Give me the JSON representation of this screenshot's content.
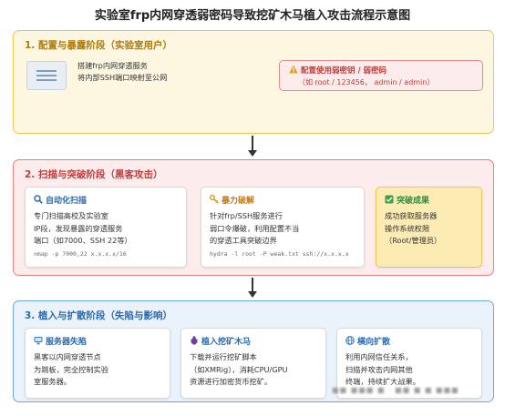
{
  "title": "实验室frp内网穿透弱密码导致挖矿木马植入攻击流程示意图",
  "colors": {
    "stage1_bg": "#fdf7e1",
    "stage1_border": "#f0c552",
    "stage2_bg": "#fcecec",
    "stage2_border": "#ea7d7d",
    "stage3_bg": "#eaf2fb",
    "stage3_border": "#6fa6db",
    "success_bg": "#fcecb4"
  },
  "stage1": {
    "title": "1. 配置与暴露阶段（实验室用户）",
    "icon": "monitor-icon",
    "description": "搭建frp内网穿透服务\n将内部SSH端口映射至公网",
    "warning": {
      "icon": "warning-icon",
      "title": "配置使用弱密钥 / 弱密码",
      "body": "（如 root / 123456， admin / admin）"
    }
  },
  "stage2": {
    "title": "2. 扫描与突破阶段（黑客攻击）",
    "cards": [
      {
        "icon": "magnifier-icon",
        "title": "自动化扫描",
        "body": "专门扫描高校及实验室\nIP段，发现暴露的穿透服务\n端口（如7000、SSH 22等）",
        "code": "nmap -p 7000,22 x.x.x.x/16"
      },
      {
        "icon": "key-icon",
        "title": "暴力破解",
        "body": "针对frp/SSH服务进行\n弱口令爆破，利用配置不当\n的穿透工具突破边界",
        "code": "hydra -l root -P weak.txt ssh://x.x.x.x"
      },
      {
        "icon": "check-icon",
        "title": "突破成果",
        "body": "成功获取服务器\n操作系统权限\n（Root/管理员）"
      }
    ]
  },
  "stage3": {
    "title": "3. 植入与扩散阶段（失陷与影响）",
    "cards": [
      {
        "icon": "server-icon",
        "title": "服务器失陷",
        "body": "黑客以内网穿透节点\n为跳板，完全控制实验\n室服务器。"
      },
      {
        "icon": "bug-icon",
        "title": "植入挖矿木马",
        "body": "下载并运行挖矿脚本\n（如XMRig），消耗CPU/GPU\n资源进行加密货币挖矿。"
      },
      {
        "icon": "globe-icon",
        "title": "横向扩散",
        "body": "利用内网信任关系，\n扫描并攻击内网其他\n终端，持续扩大战果。"
      }
    ]
  }
}
